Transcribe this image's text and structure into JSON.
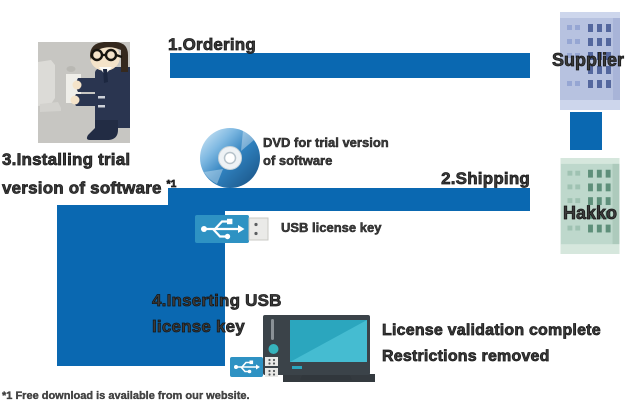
{
  "steps": [
    {
      "label": "1.Ordering"
    },
    {
      "label": "2.Shipping"
    },
    {
      "line1": "3.Installing trial",
      "line2": "version of software",
      "sup": "*1"
    },
    {
      "line1": "4.Inserting USB",
      "line2": "license key"
    }
  ],
  "entities": {
    "supplier": "Supplier",
    "hakko": "Hakko"
  },
  "items": {
    "dvd": {
      "line1": "DVD for trial version",
      "line2": "of software"
    },
    "usb_label": "USB license key"
  },
  "result": {
    "line1": "License validation complete",
    "line2": "Restrictions removed"
  },
  "footnote": "*1 Free download is available from our website.",
  "colors": {
    "flow_blue": "#0a68b1",
    "usb_blue": "#2e92c3",
    "screen_teal": "#2ba6be",
    "monitor_dark": "#3b4349",
    "supplier_building": "#b7c2e0",
    "hakko_building": "#bed8cc",
    "person_background": "#c7c6c2",
    "text_dark": "#3b3b3b"
  },
  "icons": {
    "person": "person-at-computer-icon",
    "dvd": "dvd-disc-icon",
    "usb": "usb-flash-drive-icon",
    "supplier": "office-building-icon",
    "hakko": "office-building-icon",
    "computer": "desktop-computer-icon"
  }
}
